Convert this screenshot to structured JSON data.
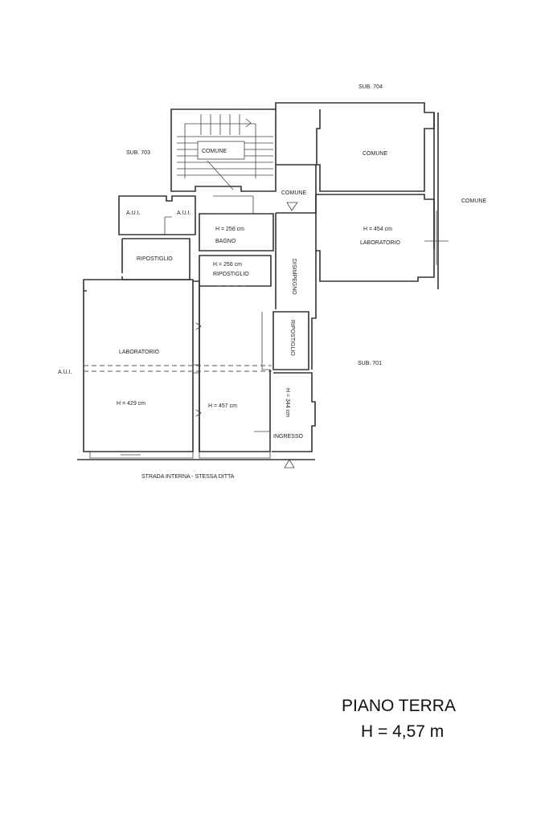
{
  "labels": {
    "sub704": "SUB. 704",
    "sub703": "SUB. 703",
    "sub701": "SUB. 701",
    "comune_stairs": "COMUNE",
    "comune_top_right": "COMUNE",
    "comune_small": "COMUNE",
    "comune_outside": "COMUNE",
    "aui_1": "A.U.I.",
    "aui_2": "A.U.I.",
    "aui_left": "A.U.I.",
    "bagno_height": "H = 256 cm",
    "bagno": "BAGNO",
    "ripostiglio_small_height": "H = 256 cm",
    "ripostiglio_small": "RIPOSTIGLIO",
    "ripostiglio_top_left": "RIPOSTIGLIO",
    "ripostiglio_vertical": "RIPOSTIGLIO",
    "laboratorio_right_height": "H = 454 cm",
    "laboratorio_right": "LABORATORIO",
    "disimpegno": "DISIMPEGNO",
    "laboratorio_left": "LABORATORIO",
    "laboratorio_left_height": "H = 429 cm",
    "center_height": "H = 457 cm",
    "ingresso_height": "H = 344 cm",
    "ingresso": "INGRESSO",
    "street": "STRADA INTERNA - STESSA DITTA"
  },
  "floor_title": "PIANO TERRA",
  "floor_height": "H = 4,57 m"
}
